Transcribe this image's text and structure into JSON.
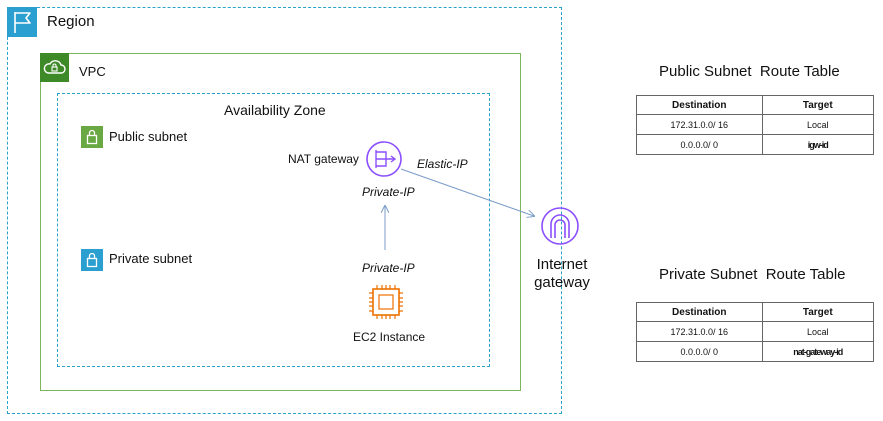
{
  "region": {
    "label": "Region",
    "icon": "flag-icon",
    "color": "#2b9fcf"
  },
  "vpc": {
    "label": "VPC",
    "icon": "cloud-lock-icon",
    "color": "#3f8a28"
  },
  "availability_zone": {
    "label": "Availability Zone"
  },
  "subnets": {
    "public": {
      "label": "Public subnet",
      "icon": "lock-icon",
      "color": "#6aa843"
    },
    "private": {
      "label": "Private subnet",
      "icon": "lock-icon",
      "color": "#2b9fcf"
    }
  },
  "nat_gateway": {
    "label": "NAT gateway",
    "elastic_ip": "Elastic-IP",
    "private_ip": "Private-IP",
    "icon": "nat-gateway-icon",
    "color": "#8c4fff"
  },
  "ec2": {
    "label": "EC2 Instance",
    "private_ip": "Private-IP",
    "icon": "chip-icon",
    "color": "#ed7100"
  },
  "internet_gateway": {
    "label_line1": "Internet",
    "label_line2": "gateway",
    "icon": "internet-gateway-icon",
    "color": "#8c4fff"
  },
  "route_tables": {
    "public": {
      "title": "Public Subnet  Route Table",
      "headers": [
        "Destination",
        "Target"
      ],
      "rows": [
        [
          "172.31.0.0/ 16",
          "Local"
        ],
        [
          "0.0.0.0/ 0",
          "igw-id"
        ]
      ]
    },
    "private": {
      "title": "Private Subnet  Route Table",
      "headers": [
        "Destination",
        "Target"
      ],
      "rows": [
        [
          "172.31.0.0/ 16",
          "Local"
        ],
        [
          "0.0.0.0/ 0",
          "nat-gateway-id"
        ]
      ]
    }
  }
}
